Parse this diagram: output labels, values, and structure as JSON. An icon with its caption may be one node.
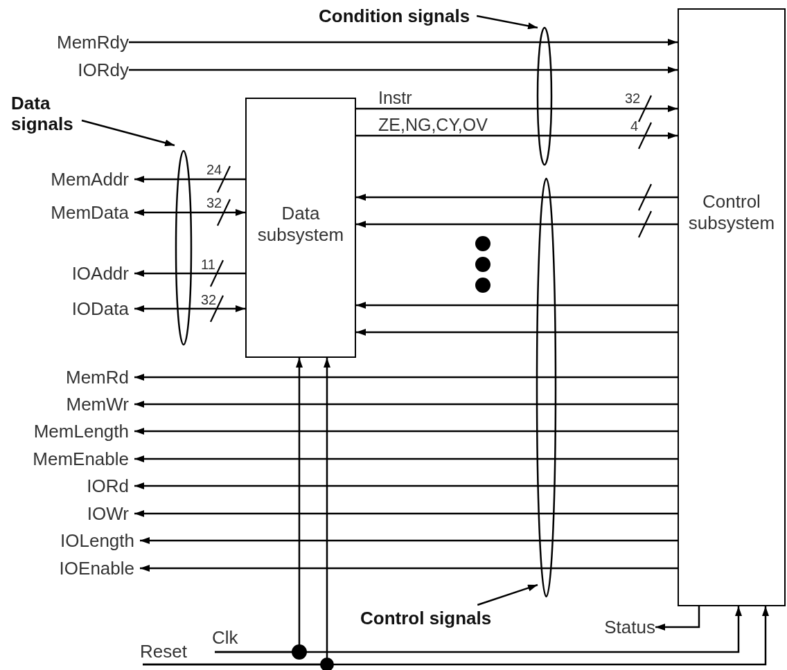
{
  "diagram": {
    "nodes": [
      {
        "text": [
          "Data subsystem"
        ]
      },
      {
        "text": [
          "Control subsystem"
        ]
      },
      {
        "text": [
          "MemRdy"
        ]
      },
      {
        "text": [
          "IORdy"
        ]
      },
      {
        "text": [
          "MemAddr"
        ]
      },
      {
        "text": [
          "MemData"
        ]
      },
      {
        "text": [
          "IOAddr"
        ]
      },
      {
        "text": [
          "IOData"
        ]
      },
      {
        "text": [
          "MemRd"
        ]
      },
      {
        "text": [
          "MemWr"
        ]
      },
      {
        "text": [
          "MemLength"
        ]
      },
      {
        "text": [
          "MemEnable"
        ]
      },
      {
        "text": [
          "IORd"
        ]
      },
      {
        "text": [
          "IOWr"
        ]
      },
      {
        "text": [
          "IOLength"
        ]
      },
      {
        "text": [
          "IOEnable"
        ]
      },
      {
        "text": [
          "Status"
        ]
      },
      {
        "text": [
          "Reset"
        ]
      },
      {
        "text": [
          "Clk"
        ]
      },
      {
        "text": [
          "Data signals"
        ]
      },
      {
        "text": [
          "Condition signals"
        ]
      },
      {
        "text": [
          "Control signals"
        ]
      }
    ],
    "edges": [
      {
        "from": 2,
        "to": 1,
        "arrow": "to"
      },
      {
        "from": 3,
        "to": 1,
        "arrow": "to"
      },
      {
        "from": 0,
        "to": 1,
        "arrow": "to",
        "label": "Instr"
      },
      {
        "from": 0,
        "to": 1,
        "arrow": "to",
        "label": "ZE,NG,CY,OV"
      },
      {
        "from": 1,
        "to": 0,
        "arrow": "to"
      },
      {
        "from": 1,
        "to": 0,
        "arrow": "to"
      },
      {
        "from": 1,
        "to": 0,
        "arrow": "to"
      },
      {
        "from": 1,
        "to": 0,
        "arrow": "to"
      },
      {
        "from": 0,
        "to": 4,
        "arrow": "to"
      },
      {
        "from": 0,
        "to": 5,
        "arrow": "both"
      },
      {
        "from": 0,
        "to": 6,
        "arrow": "to"
      },
      {
        "from": 0,
        "to": 7,
        "arrow": "both"
      },
      {
        "from": 1,
        "to": 8,
        "arrow": "to"
      },
      {
        "from": 1,
        "to": 9,
        "arrow": "to"
      },
      {
        "from": 1,
        "to": 10,
        "arrow": "to"
      },
      {
        "from": 1,
        "to": 11,
        "arrow": "to"
      },
      {
        "from": 1,
        "to": 12,
        "arrow": "to"
      },
      {
        "from": 1,
        "to": 13,
        "arrow": "to"
      },
      {
        "from": 1,
        "to": 14,
        "arrow": "to"
      },
      {
        "from": 1,
        "to": 15,
        "arrow": "to"
      },
      {
        "from": 1,
        "to": 16,
        "arrow": "to"
      },
      {
        "from": 18,
        "to": 0,
        "arrow": "to"
      },
      {
        "from": 18,
        "to": 1,
        "arrow": "to"
      },
      {
        "from": 17,
        "to": 0,
        "arrow": "to"
      },
      {
        "from": 17,
        "to": 1,
        "arrow": "to"
      },
      {
        "from": 19,
        "to": null,
        "arrow": "to"
      },
      {
        "from": 20,
        "to": null,
        "arrow": "to"
      },
      {
        "from": 21,
        "to": null,
        "arrow": "to"
      }
    ],
    "labels": [
      "24",
      "32",
      "11",
      "32",
      "32",
      "4"
    ]
  }
}
